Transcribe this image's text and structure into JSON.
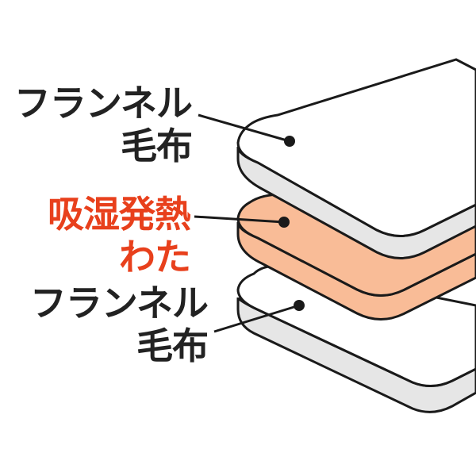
{
  "labels": {
    "top": {
      "line1": "フランネル",
      "line2": "毛布"
    },
    "middle": {
      "line1": "吸湿発熱",
      "line2": "わた"
    },
    "bottom": {
      "line1": "フランネル",
      "line2": "毛布"
    }
  },
  "colors": {
    "text": "#222222",
    "accent_text": "#e8401c",
    "wadding": "#f9bc97",
    "layer_edge": "#e6e6e6",
    "outline": "#1a1a1a"
  }
}
